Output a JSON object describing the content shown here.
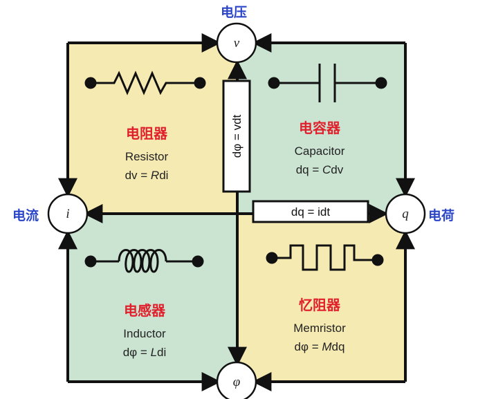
{
  "nodes": {
    "voltage": {
      "symbol": "v",
      "name": "电压"
    },
    "current": {
      "symbol": "i",
      "name": "电流"
    },
    "charge": {
      "symbol": "q",
      "name": "电荷"
    },
    "flux": {
      "symbol": "φ"
    }
  },
  "quadrants": {
    "resistor": {
      "name_cn": "电阻器",
      "name_en": "Resistor",
      "eq_pre": "dv = ",
      "eq_var": "R",
      "eq_post": "di"
    },
    "capacitor": {
      "name_cn": "电容器",
      "name_en": "Capacitor",
      "eq_pre": "dq = ",
      "eq_var": "C",
      "eq_post": "dv"
    },
    "inductor": {
      "name_cn": "电感器",
      "name_en": "Inductor",
      "eq_pre": "dφ = ",
      "eq_var": "L",
      "eq_post": "di"
    },
    "memristor": {
      "name_cn": "忆阻器",
      "name_en": "Memristor",
      "eq_pre": "dφ = ",
      "eq_var": "M",
      "eq_post": "dq"
    }
  },
  "relations": {
    "flux_voltage": "dφ = vdt",
    "charge_current": "dq = idt"
  },
  "colors": {
    "yellow": "#f6eab3",
    "green": "#cbe4d2",
    "line": "#111111",
    "cn_text": "#e0202c",
    "node_label": "#2a45c8"
  }
}
